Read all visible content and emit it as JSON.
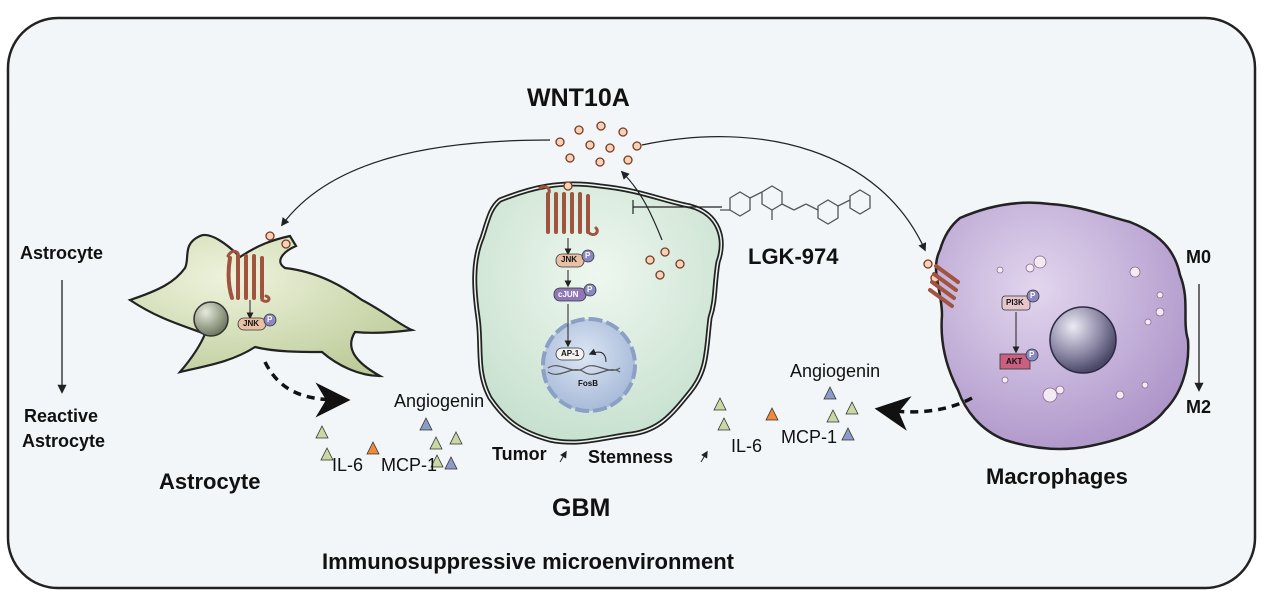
{
  "title": "WNT10A",
  "subtitle": "Immunosuppressive microenvironment",
  "cells": {
    "astrocyte": "Astrocyte",
    "gbm": "GBM",
    "macrophages": "Macrophages"
  },
  "inhibitor": "LGK-974",
  "left_states": {
    "top": "Astrocyte",
    "bottom_line1": "Reactive",
    "bottom_line2": "Astrocyte"
  },
  "right_states": {
    "top": "M0",
    "bottom": "M2"
  },
  "factors": {
    "left_il6": "IL-6",
    "left_mcp1": "MCP-1",
    "left_angiogenin": "Angiogenin",
    "right_il6": "IL-6",
    "right_mcp1": "MCP-1",
    "right_angiogenin": "Angiogenin"
  },
  "effects": {
    "tumor": "Tumor",
    "stemness": "Stemness"
  },
  "signaling": {
    "astro_jnk": "JNK",
    "gbm_jnk": "JNK",
    "gbm_cjun": "cJUN",
    "gbm_ap1": "AP-1",
    "gbm_fosb": "FosB",
    "mac_pi3k": "PI3K",
    "mac_akt": "AKT",
    "phospho": "P"
  },
  "colors": {
    "astrocyte_fill": "#dde6c6",
    "gbm_fill": "#d7eadd",
    "macrophage_fill": "#c3aed6",
    "receptor": "#a0533f",
    "ligand": "#f6d2b8",
    "background_panel": "#f2f6f8"
  }
}
